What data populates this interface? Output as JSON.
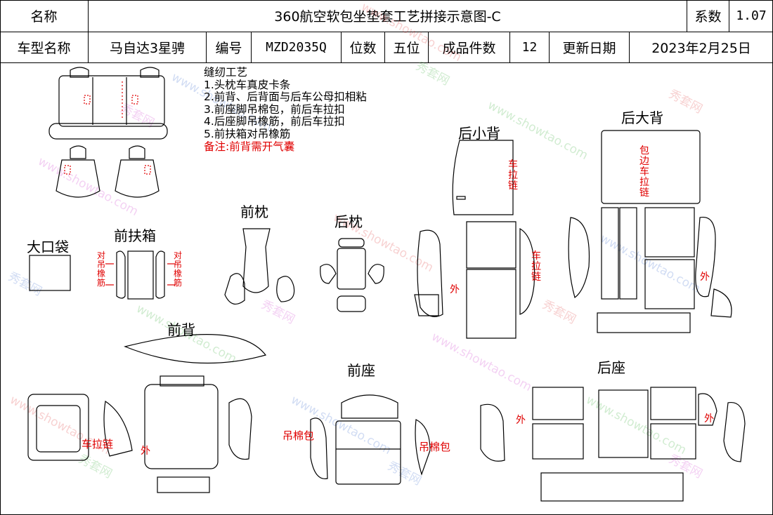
{
  "header": {
    "name_label": "名称",
    "title": "360航空软包坐垫套工艺拼接示意图-C",
    "coef_label": "系数",
    "coef_value": "1.07",
    "model_label": "车型名称",
    "model_value": "马自达3星骋",
    "code_label": "编号",
    "code_value": "MZD2035Q",
    "seats_label": "位数",
    "seats_value": "五位",
    "pieces_label": "成品件数",
    "pieces_value": "12",
    "update_label": "更新日期",
    "update_value": "2023年2月25日"
  },
  "notes": {
    "title": "缝纫工艺",
    "items": [
      "1.头枕车真皮卡条",
      "2.前背、后背面与后车公母扣相粘",
      "3.前座脚吊棉包，前后车拉扣",
      "4.后座脚吊橡筋，前后车拉扣",
      "5.前扶箱对吊橡筋"
    ],
    "remark": "备注:前背需开气囊"
  },
  "sections": {
    "big_pocket": "大口袋",
    "front_armrest": "前扶箱",
    "front_headrest": "前枕",
    "rear_headrest": "后枕",
    "rear_small_back": "后小背",
    "rear_big_back": "后大背",
    "front_back": "前背",
    "front_seat": "前座",
    "rear_seat": "后座"
  },
  "annotations": {
    "armrest_left": "对吊橡筋",
    "armrest_right": "对吊橡筋",
    "small_back_zip_top": "车拉链",
    "small_back_zip_side": "车拉链",
    "small_back_outer": "外",
    "big_back_edge": "包边车拉链",
    "big_back_outer": "外",
    "front_back_zip": "车拉链",
    "front_back_outer": "外",
    "front_seat_left": "吊棉包",
    "front_seat_right": "吊棉包",
    "rear_seat_outer_left": "外",
    "rear_seat_outer_right": "外"
  },
  "watermark": {
    "site": "www.showtao.com",
    "brand": "秀套网"
  },
  "colors": {
    "annotation": "#e00000",
    "line": "#000000"
  }
}
